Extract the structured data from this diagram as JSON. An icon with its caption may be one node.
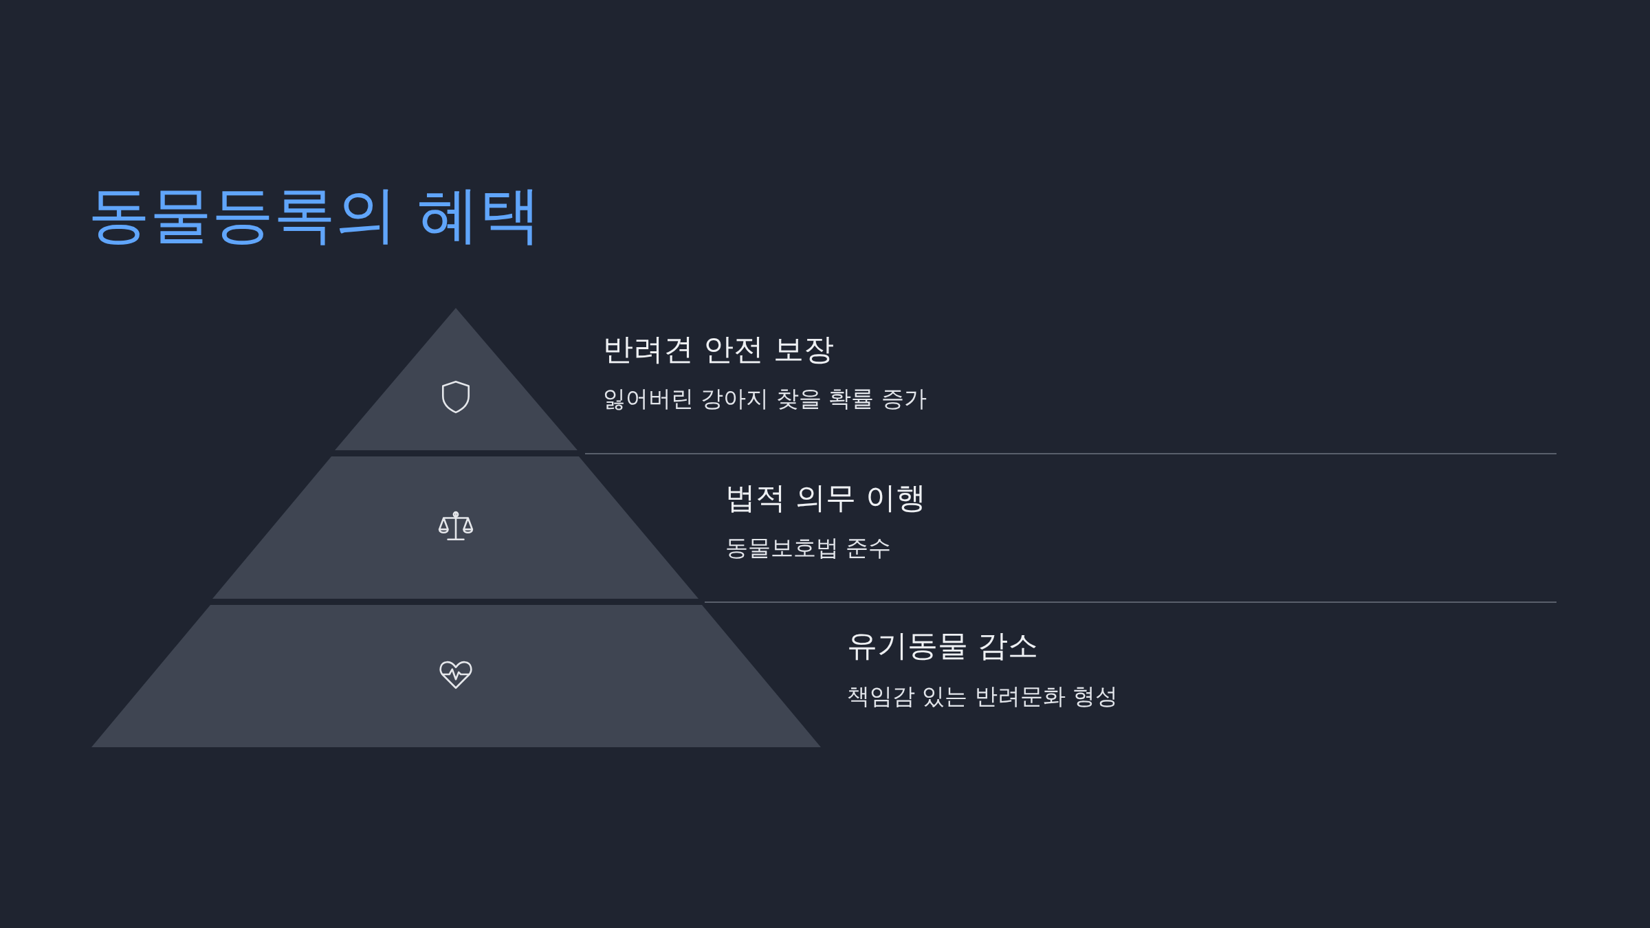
{
  "diagram": {
    "title": "동물등록의 혜택",
    "nodes": [
      {
        "text": [
          "반려견 안전 보장",
          "잃어버린 강아지 찾을 확률 증가"
        ]
      },
      {
        "text": [
          "법적 의무 이행",
          "동물보호법 준수"
        ]
      },
      {
        "text": [
          "유기동물 감소",
          "책임감 있는 반려문화 형성"
        ]
      }
    ],
    "edges": []
  }
}
